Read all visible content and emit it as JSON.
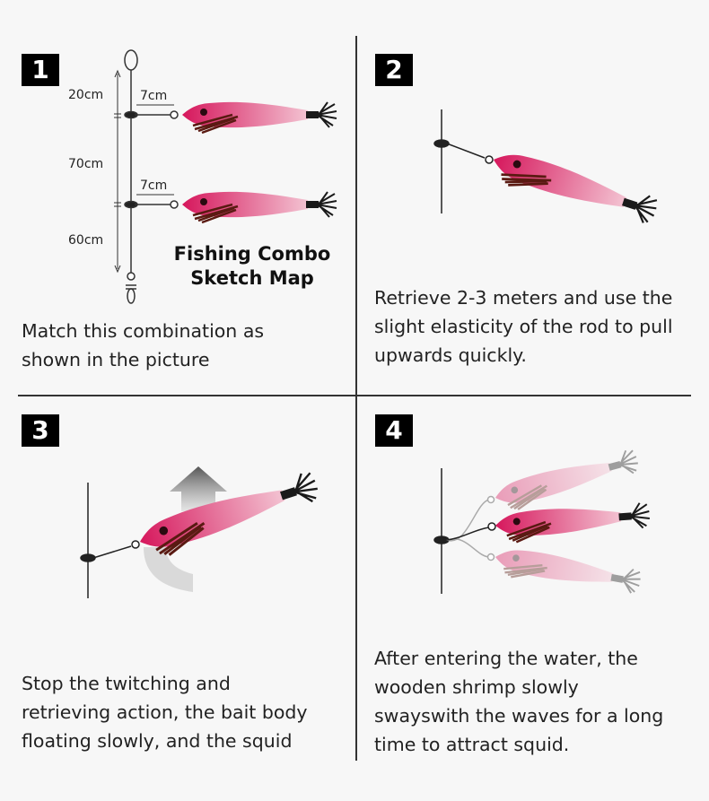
{
  "colors": {
    "jig_head": "#d6175c",
    "jig_tail": "#f3c3d2",
    "fin": "#5a1a12",
    "line": "#333333"
  },
  "panels": [
    {
      "number": "1",
      "title_line1": "Fishing Combo",
      "title_line2": "Sketch Map",
      "caption": [
        "Match this combination as",
        "shown in the picture"
      ],
      "measurements": {
        "top": "20cm",
        "middle": "70cm",
        "bottom": "60cm",
        "leader_1": "7cm",
        "leader_2": "7cm"
      }
    },
    {
      "number": "2",
      "caption": [
        "Retrieve 2-3 meters and use the",
        "slight elasticity of the rod to pull",
        "upwards quickly."
      ]
    },
    {
      "number": "3",
      "caption": [
        "Stop the twitching and",
        "retrieving action, the bait body",
        "floating slowly, and the squid"
      ]
    },
    {
      "number": "4",
      "caption": [
        "After entering the water, the",
        "wooden shrimp slowly",
        "swayswith the waves for a long",
        "time to attract squid."
      ]
    }
  ]
}
